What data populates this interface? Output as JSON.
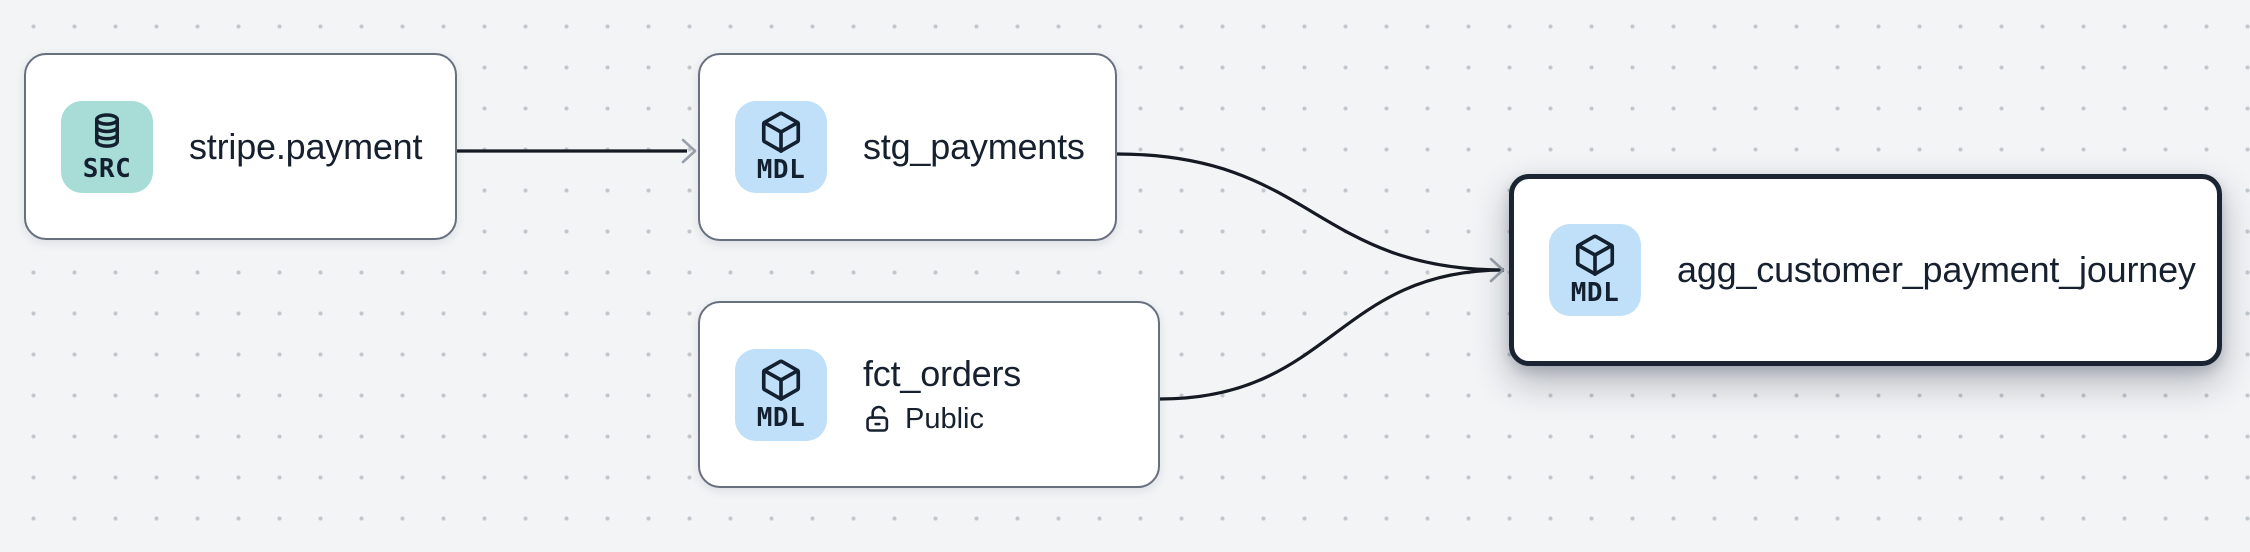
{
  "canvas": {
    "background_color": "#f2f4f6",
    "dot_color": "#c2c7ce",
    "edge_color": "#141922",
    "arrowhead_color": "#99a1ac",
    "node_border_color": "#68707f",
    "selected_border_color": "#1b2433",
    "node_background": "#ffffff",
    "title_text_color": "#17202e"
  },
  "badge_types": {
    "source": {
      "label": "SRC",
      "background": "#a8dcd6",
      "icon": "database-icon"
    },
    "model": {
      "label": "MDL",
      "background": "#bfe0f8",
      "icon": "cube-icon"
    }
  },
  "nodes": [
    {
      "title": "stripe.payment",
      "type": "source",
      "badge_label": "SRC",
      "selected": false
    },
    {
      "title": "stg_payments",
      "type": "model",
      "badge_label": "MDL",
      "selected": false
    },
    {
      "title": "fct_orders",
      "type": "model",
      "badge_label": "MDL",
      "access_label": "Public",
      "access_icon": "lock-open-icon",
      "selected": false
    },
    {
      "title": "agg_customer_payment_journey",
      "type": "model",
      "badge_label": "MDL",
      "selected": true
    }
  ],
  "edges": [
    {
      "from": "stripe.payment",
      "to": "stg_payments"
    },
    {
      "from": "stg_payments",
      "to": "agg_customer_payment_journey"
    },
    {
      "from": "fct_orders",
      "to": "agg_customer_payment_journey"
    }
  ]
}
